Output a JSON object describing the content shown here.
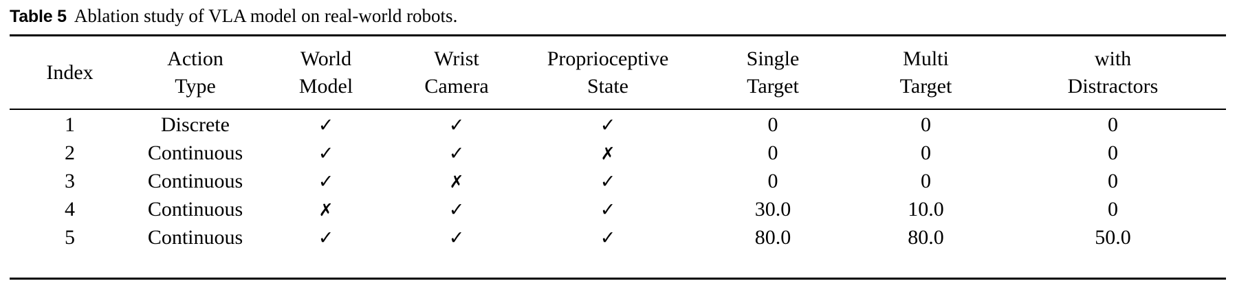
{
  "caption": {
    "label": "Table 5",
    "text": "Ablation study of VLA model on real-world robots."
  },
  "table": {
    "columns": [
      {
        "id": "index",
        "name": "index-column",
        "line1": "Index",
        "line2": "",
        "single_line": true
      },
      {
        "id": "action_type",
        "name": "action-type-column",
        "line1": "Action",
        "line2": "Type",
        "single_line": false
      },
      {
        "id": "world_model",
        "name": "world-model-column",
        "line1": "World",
        "line2": "Model",
        "single_line": false
      },
      {
        "id": "wrist_camera",
        "name": "wrist-camera-column",
        "line1": "Wrist",
        "line2": "Camera",
        "single_line": false
      },
      {
        "id": "proprio",
        "name": "proprioceptive-state-column",
        "line1": "Proprioceptive",
        "line2": "State",
        "single_line": false
      },
      {
        "id": "single",
        "name": "single-target-column",
        "line1": "Single",
        "line2": "Target",
        "single_line": false
      },
      {
        "id": "multi",
        "name": "multi-target-column",
        "line1": "Multi",
        "line2": "Target",
        "single_line": false
      },
      {
        "id": "distractors",
        "name": "with-distractors-column",
        "line1": "with",
        "line2": "Distractors",
        "single_line": false
      }
    ],
    "glyphs": {
      "yes": "✓",
      "no": "✗"
    },
    "rows": [
      {
        "index": "1",
        "action_type": "Discrete",
        "world_model": "✓",
        "wrist_camera": "✓",
        "proprio": "✓",
        "single": "0",
        "multi": "0",
        "distractors": "0"
      },
      {
        "index": "2",
        "action_type": "Continuous",
        "world_model": "✓",
        "wrist_camera": "✓",
        "proprio": "✗",
        "single": "0",
        "multi": "0",
        "distractors": "0"
      },
      {
        "index": "3",
        "action_type": "Continuous",
        "world_model": "✓",
        "wrist_camera": "✗",
        "proprio": "✓",
        "single": "0",
        "multi": "0",
        "distractors": "0"
      },
      {
        "index": "4",
        "action_type": "Continuous",
        "world_model": "✗",
        "wrist_camera": "✓",
        "proprio": "✓",
        "single": "30.0",
        "multi": "10.0",
        "distractors": "0"
      },
      {
        "index": "5",
        "action_type": "Continuous",
        "world_model": "✓",
        "wrist_camera": "✓",
        "proprio": "✓",
        "single": "80.0",
        "multi": "80.0",
        "distractors": "50.0"
      }
    ]
  },
  "colors": {
    "text": "#000000",
    "background": "#ffffff",
    "rule": "#000000"
  }
}
